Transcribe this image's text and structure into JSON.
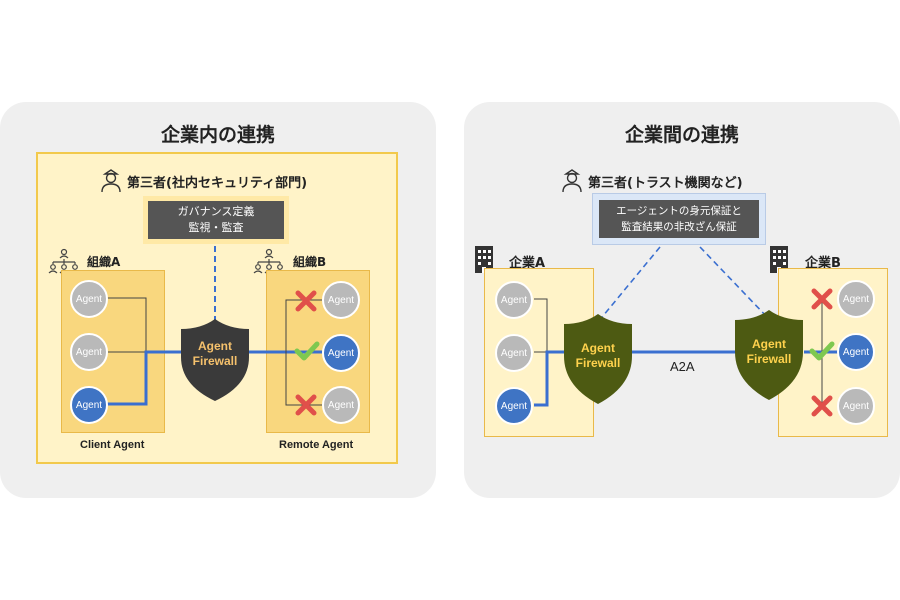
{
  "left": {
    "title": "企業内の連携",
    "third_party": "第三者(社内セキュリティ部門)",
    "note_lines": [
      "ガバナンス定義",
      "監視・監査"
    ],
    "org_a": "組織A",
    "org_b": "組織B",
    "agent_label": "Agent",
    "firewall_lines": [
      "Agent",
      "Firewall"
    ],
    "client_label": "Client Agent",
    "remote_label": "Remote Agent"
  },
  "right": {
    "title": "企業間の連携",
    "third_party": "第三者(トラスト機関など)",
    "note_lines": [
      "エージェントの身元保証と",
      "監査結果の非改ざん保証"
    ],
    "company_a": "企業A",
    "company_b": "企業B",
    "agent_label": "Agent",
    "firewall_lines": [
      "Agent",
      "Firewall"
    ],
    "link_label": "A2A"
  },
  "colors": {
    "panel_bg": "#efefef",
    "yellow_border": "#f2c94c",
    "yellow_fill": "#fff3c8",
    "yellow_column": "#f9d77e",
    "dark_shield": "#3a3a3a",
    "firewall_text_left": "#f5c16c",
    "olive_shield": "#4d5a12",
    "firewall_text_right": "#ffd24d",
    "agent_blue": "#3f74c4",
    "agent_gray": "#b9b9b9",
    "note_dark": "#555555",
    "note_light_blue": "#dbe7f7",
    "line_blue": "#3a6fd0",
    "check_green": "#7ec850",
    "cross_red": "#e0504a"
  },
  "icons": [
    "person-icon",
    "org-chart-icon",
    "building-icon",
    "shield-icon",
    "check-icon",
    "cross-icon"
  ]
}
